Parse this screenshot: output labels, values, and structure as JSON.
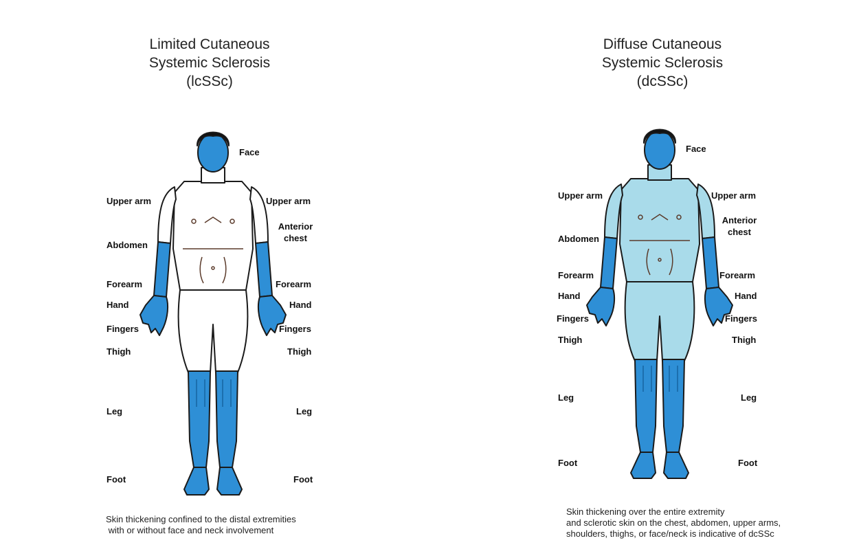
{
  "colors": {
    "involved": "#2e8fd6",
    "diffuse_body": "#a9dbea",
    "outline": "#1a1a1a",
    "hair": "#111111"
  },
  "left": {
    "title_lines": [
      "Limited Cutaneous",
      "Systemic Sclerosis",
      "(lcSSc)"
    ],
    "labels": {
      "face": "Face",
      "upper_arm_left": "Upper arm",
      "upper_arm_right": "Upper arm",
      "anterior_chest": "Anterior\nchest",
      "abdomen": "Abdomen",
      "forearm_left": "Forearm",
      "forearm_right": "Forearm",
      "hand_left": "Hand",
      "hand_right": "Hand",
      "fingers_left": "Fingers",
      "fingers_right": "Fingers",
      "thigh_left": "Thigh",
      "thigh_right": "Thigh",
      "leg_left": "Leg",
      "leg_right": "Leg",
      "foot_left": "Foot",
      "foot_right": "Foot"
    },
    "caption_lines": [
      "Skin thickening confined to the distal extremities",
      " with or without face and neck involvement"
    ]
  },
  "right": {
    "title_lines": [
      "Diffuse Cutaneous",
      "Systemic Sclerosis",
      "(dcSSc)"
    ],
    "labels": {
      "face": "Face",
      "upper_arm_left": "Upper arm",
      "upper_arm_right": "Upper arm",
      "anterior_chest": "Anterior\nchest",
      "abdomen": "Abdomen",
      "forearm_left": "Forearm",
      "forearm_right": "Forearm",
      "hand_left": "Hand",
      "hand_right": "Hand",
      "fingers_left": "Fingers",
      "fingers_right": "Fingers",
      "thigh_left": "Thigh",
      "thigh_right": "Thigh",
      "leg_left": "Leg",
      "leg_right": "Leg",
      "foot_left": "Foot",
      "foot_right": "Foot"
    },
    "caption_lines": [
      "Skin thickening over the entire extremity",
      "and sclerotic skin on the chest, abdomen, upper arms,",
      "shoulders, thighs, or face/neck is indicative of dcSSc"
    ]
  }
}
